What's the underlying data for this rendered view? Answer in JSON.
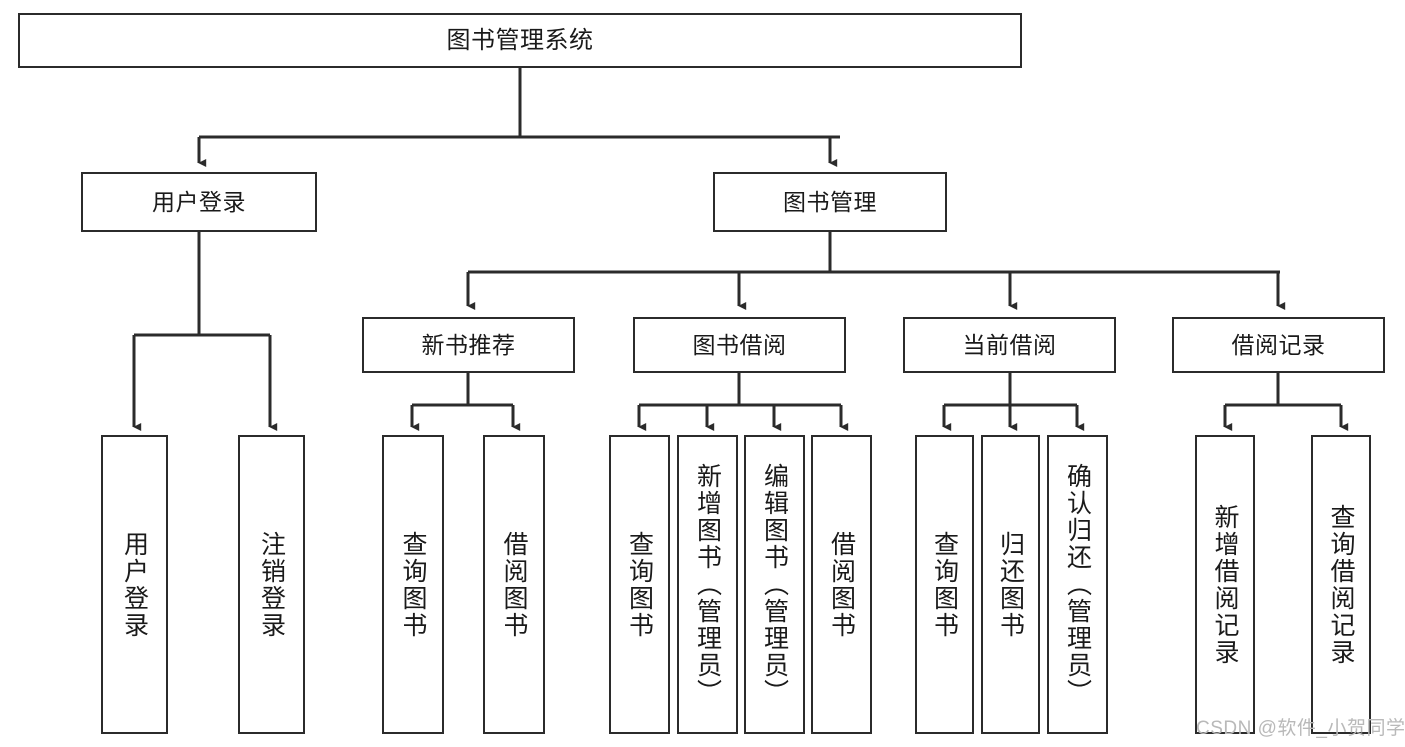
{
  "diagram": {
    "type": "tree-hierarchy-diagram",
    "title": "图书管理系统",
    "watermark": "CSDN @软件_小贺同学",
    "colors": {
      "border": "#2b2b2b",
      "background": "#ffffff",
      "text": "#1a1a1a",
      "connector": "#2b2b2b",
      "watermark": "#b9b9b9"
    },
    "nodes": {
      "root": {
        "label": "图书管理系统"
      },
      "level2": [
        {
          "label": "用户登录"
        },
        {
          "label": "图书管理"
        }
      ],
      "level3": [
        {
          "label": "新书推荐"
        },
        {
          "label": "图书借阅"
        },
        {
          "label": "当前借阅"
        },
        {
          "label": "借阅记录"
        }
      ],
      "leaves": {
        "user_login": [
          {
            "label": "用户登录"
          },
          {
            "label": "注销登录"
          }
        ],
        "new_book_recommend": [
          {
            "label": "查询图书"
          },
          {
            "label": "借阅图书"
          }
        ],
        "book_borrow": [
          {
            "label": "查询图书"
          },
          {
            "label": "新增图书（管理员）"
          },
          {
            "label": "编辑图书（管理员）"
          },
          {
            "label": "借阅图书"
          }
        ],
        "current_borrow": [
          {
            "label": "查询图书"
          },
          {
            "label": "归还图书"
          },
          {
            "label": "确认归还（管理员）"
          }
        ],
        "borrow_record": [
          {
            "label": "新增借阅记录"
          },
          {
            "label": "查询借阅记录"
          }
        ]
      }
    }
  }
}
